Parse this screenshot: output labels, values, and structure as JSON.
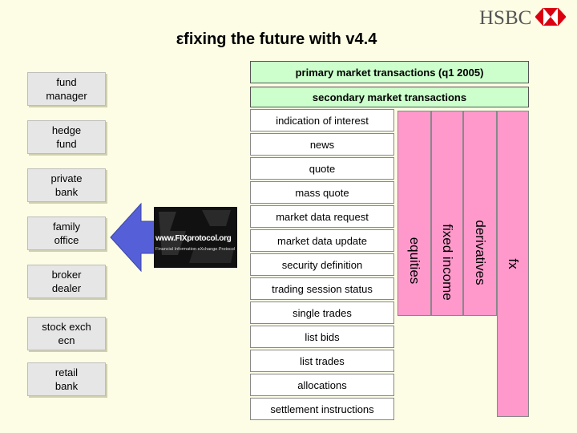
{
  "title": "εfixing the future with v4.4",
  "brand": {
    "name": "HSBC",
    "accent": "#db0011"
  },
  "participants": [
    {
      "label": "fund\nmanager"
    },
    {
      "label": "hedge\nfund"
    },
    {
      "label": "private\nbank"
    },
    {
      "label": "family\noffice"
    },
    {
      "label": "broker\ndealer"
    },
    {
      "label": "stock exch\necn"
    },
    {
      "label": "retail\nbank"
    }
  ],
  "markets": {
    "primary": "primary market transactions (q1 2005)",
    "secondary": "secondary market transactions"
  },
  "messages": [
    "indication of interest",
    "news",
    "quote",
    "mass quote",
    "market data request",
    "market data update",
    "security definition",
    "trading session status",
    "single trades",
    "list bids",
    "list trades",
    "allocations",
    "settlement instructions"
  ],
  "asset_classes": [
    {
      "label": "equities"
    },
    {
      "label": "fixed income"
    },
    {
      "label": "derivatives"
    },
    {
      "label": "fx"
    }
  ],
  "fix_logo": {
    "brand": "www.FIXprotocol.org",
    "tagline": "Financial Information eXchange Protocol"
  },
  "colors": {
    "background": "#fdfde5",
    "green_box": "#ccffcc",
    "pink_column": "#ff99cc",
    "participant_box": "#e6e6e6",
    "arrow": "#5560d8"
  }
}
